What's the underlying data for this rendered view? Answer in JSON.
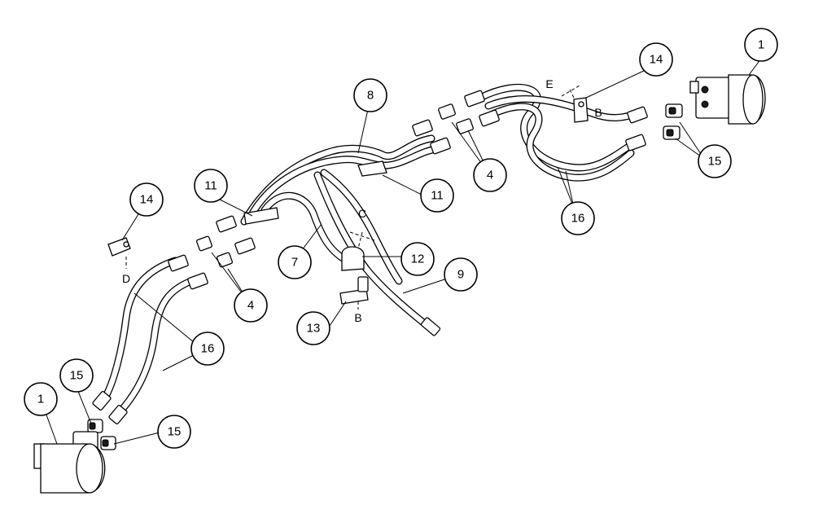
{
  "diagram": {
    "callouts": [
      {
        "id": "c-1-right",
        "label": "1"
      },
      {
        "id": "c-1-left",
        "label": "1"
      },
      {
        "id": "c-4-upper",
        "label": "4"
      },
      {
        "id": "c-4-lower",
        "label": "4"
      },
      {
        "id": "c-7",
        "label": "7"
      },
      {
        "id": "c-8",
        "label": "8"
      },
      {
        "id": "c-9",
        "label": "9"
      },
      {
        "id": "c-11-upper",
        "label": "11"
      },
      {
        "id": "c-11-left",
        "label": "11"
      },
      {
        "id": "c-12",
        "label": "12"
      },
      {
        "id": "c-13",
        "label": "13"
      },
      {
        "id": "c-14-right",
        "label": "14"
      },
      {
        "id": "c-14-left",
        "label": "14"
      },
      {
        "id": "c-15-right",
        "label": "15"
      },
      {
        "id": "c-15-left-a",
        "label": "15"
      },
      {
        "id": "c-15-left-b",
        "label": "15"
      },
      {
        "id": "c-16-right",
        "label": "16"
      },
      {
        "id": "c-16-left",
        "label": "16"
      }
    ],
    "reference_letters": {
      "E": "E",
      "B_right": "B",
      "C": "C",
      "B_lower": "B",
      "D": "D"
    }
  }
}
